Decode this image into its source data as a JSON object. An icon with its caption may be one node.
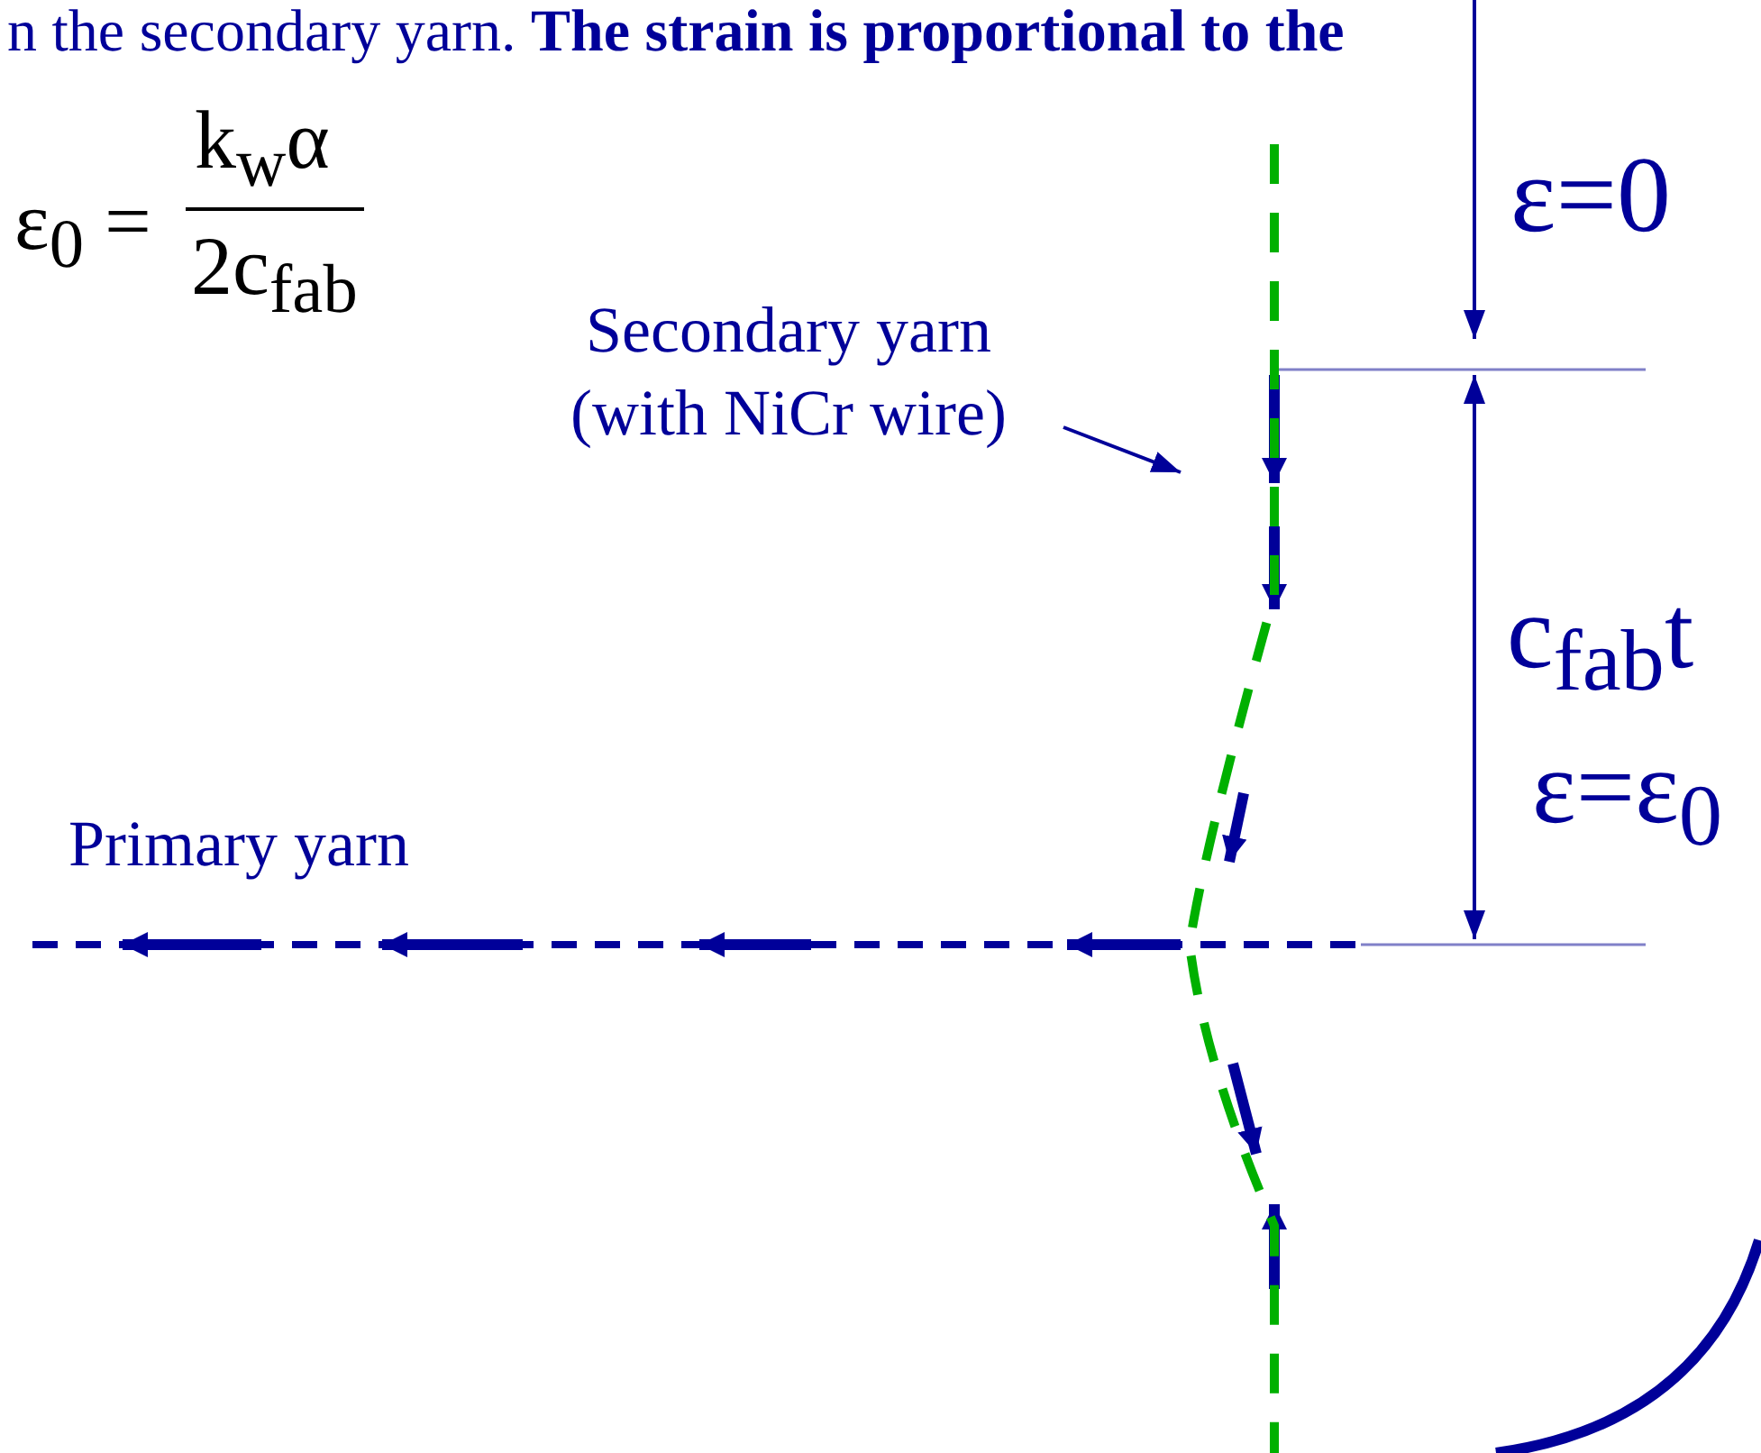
{
  "diagram": {
    "nodes": [
      {
        "text": [
          "Secondary yarn (with NiCr wire)"
        ]
      },
      {
        "text": [],
        "shape": "line"
      }
    ],
    "edges": [
      {
        "from": 0,
        "to": 1,
        "arrow": "to"
      }
    ],
    "labels": [
      "n the secondary yarn. **The strain is proportional to the**",
      "ε$_{0}$ =",
      "k$_{w}$α",
      "2c$_{fab}$",
      "ε=0",
      "c$_{fab}$t",
      "ε=ε$_{0}$",
      "Primary yarn"
    ]
  }
}
